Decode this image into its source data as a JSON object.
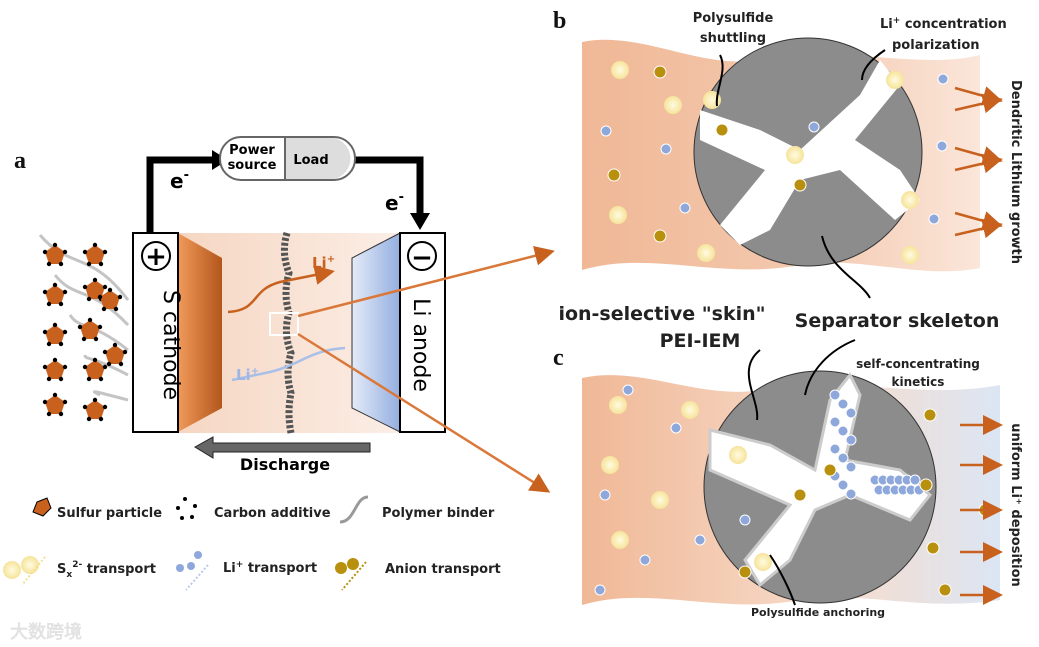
{
  "panels": {
    "a": "a",
    "b": "b",
    "c": "c"
  },
  "circuit": {
    "power_source": [
      "Power",
      "source"
    ],
    "load": "Load",
    "electron_left": "e",
    "electron_right": "e",
    "electron_sup": "-"
  },
  "cell": {
    "cathode": "S cathode",
    "anode": "Li anode",
    "plus": "+",
    "minus": "−",
    "li_top": "Li",
    "li_bottom": "Li",
    "li_sup": "+",
    "discharge": "Discharge"
  },
  "legend": {
    "sulfur_particle": "Sulfur particle",
    "carbon_additive": "Carbon additive",
    "polymer_binder": "Polymer binder",
    "sx_transport_base": "S",
    "sx_sub": "x",
    "sx_sup": "2-",
    "sx_transport_rest": " transport",
    "li_transport_base": "Li",
    "li_transport_sup": "+",
    "li_transport_rest": " transport",
    "anion_transport": "Anion transport"
  },
  "panel_b": {
    "polysulfide_shuttling": [
      "Polysulfide",
      "shuttling"
    ],
    "li_conc_base": "Li",
    "li_conc_sup": "+",
    "li_conc_rest": " concentration",
    "polarization": "polarization",
    "dendritic": "Dendritic Lithium growth"
  },
  "panel_c": {
    "skin": "ion-selective \"skin\"",
    "pei_iem": "PEI-IEM",
    "separator_skeleton": "Separator skeleton",
    "self_conc": [
      "self-concentrating",
      "kinetics"
    ],
    "uniform": "uniform Li⁺ deposition",
    "anchoring": "Polysulfide anchoring"
  },
  "watermark": "大数跨境",
  "colors": {
    "orange": "#c8601e",
    "peach": "#f4c4a8",
    "blue": "#8ea8dc",
    "gold": "#b8900e",
    "gray": "#8c8c8c",
    "sx": "#f7e8a0"
  }
}
